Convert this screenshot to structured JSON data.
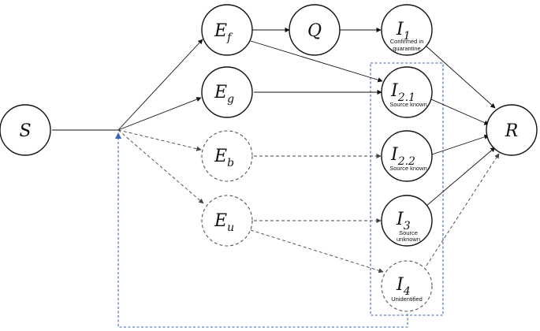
{
  "colors": {
    "node_stroke": "#111111",
    "dashed_node_stroke": "#555555",
    "feedback_blue": "#3a64b4"
  },
  "nodes": {
    "S": {
      "main": "S"
    },
    "Ef": {
      "main": "E",
      "sub": "f"
    },
    "Eg": {
      "main": "E",
      "sub": "g"
    },
    "Eb": {
      "main": "E",
      "sub": "b"
    },
    "Eu": {
      "main": "E",
      "sub": "u"
    },
    "Q": {
      "main": "Q"
    },
    "I1": {
      "main": "I",
      "sub": "1",
      "note1": "Confirmed in",
      "note2": "quarantine"
    },
    "I21": {
      "main": "I",
      "sub": "2.1",
      "note1": "Source known"
    },
    "I22": {
      "main": "I",
      "sub": "2.2",
      "note1": "Source known"
    },
    "I3": {
      "main": "I",
      "sub": "3",
      "note1": "Source",
      "note2": "unknown"
    },
    "I4": {
      "main": "I",
      "sub": "4",
      "note1": "Unidentified"
    },
    "R": {
      "main": "R"
    }
  }
}
